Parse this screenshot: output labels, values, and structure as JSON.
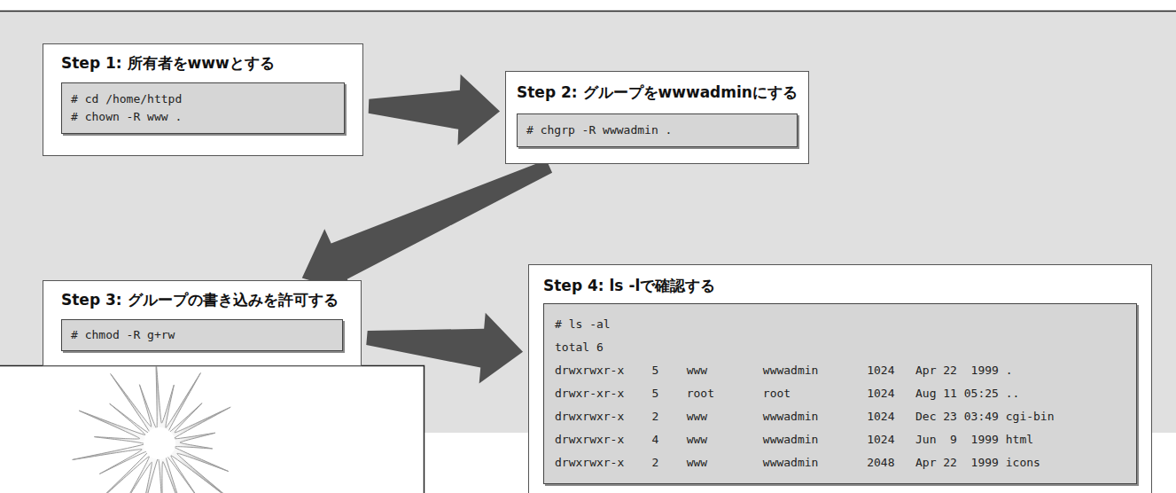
{
  "diagram": {
    "nodes": [
      {
        "text": [
          "Step 1: 所有者をwwwとする"
        ]
      },
      {
        "text": [
          "# cd /home/httpd",
          "# chown -R www ."
        ],
        "in": 0
      },
      {
        "text": [
          "Step 2: グループをwwwadminにする"
        ]
      },
      {
        "text": [
          "# chgrp -R wwwadmin ."
        ],
        "in": 2
      },
      {
        "text": [
          "Step 3: グループの書き込みを許可する"
        ]
      },
      {
        "text": [
          "# chmod -R g+rw"
        ],
        "in": 4
      },
      {
        "text": [
          "Step 4: ls -lで確認する"
        ]
      },
      {
        "text": [
          "# ls -al",
          "total 6",
          "drwxrwxr-x    5    www        wwwadmin       1024   Apr 22  1999 .",
          "drwxr-xr-x    5    root       root           1024   Aug 11 05:25 ..",
          "drwxrwxr-x    2    www        wwwadmin       1024   Dec 23 03:49 cgi-bin",
          "drwxrwxr-x    4    www        wwwadmin       1024   Jun  9  1999 html",
          "drwxrwxr-x    2    www        wwwadmin       2048   Apr 22  1999 icons"
        ],
        "in": 6
      }
    ],
    "edges": [
      {
        "from": 0,
        "to": 2,
        "arrow": "to"
      },
      {
        "from": 2,
        "to": 4,
        "arrow": "to"
      },
      {
        "from": 4,
        "to": 6,
        "arrow": "to"
      }
    ]
  }
}
